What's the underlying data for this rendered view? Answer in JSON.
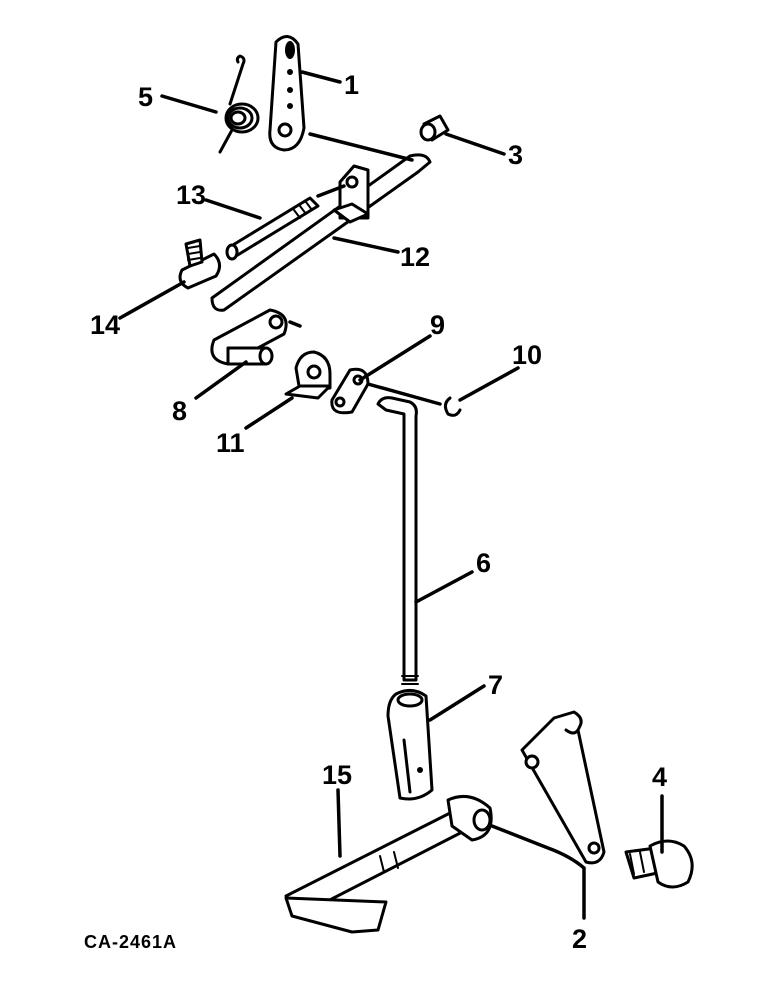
{
  "drawing_ref": "CA-2461A",
  "callouts": [
    "1",
    "2",
    "3",
    "4",
    "5",
    "6",
    "7",
    "8",
    "9",
    "10",
    "11",
    "12",
    "13",
    "14",
    "15"
  ]
}
